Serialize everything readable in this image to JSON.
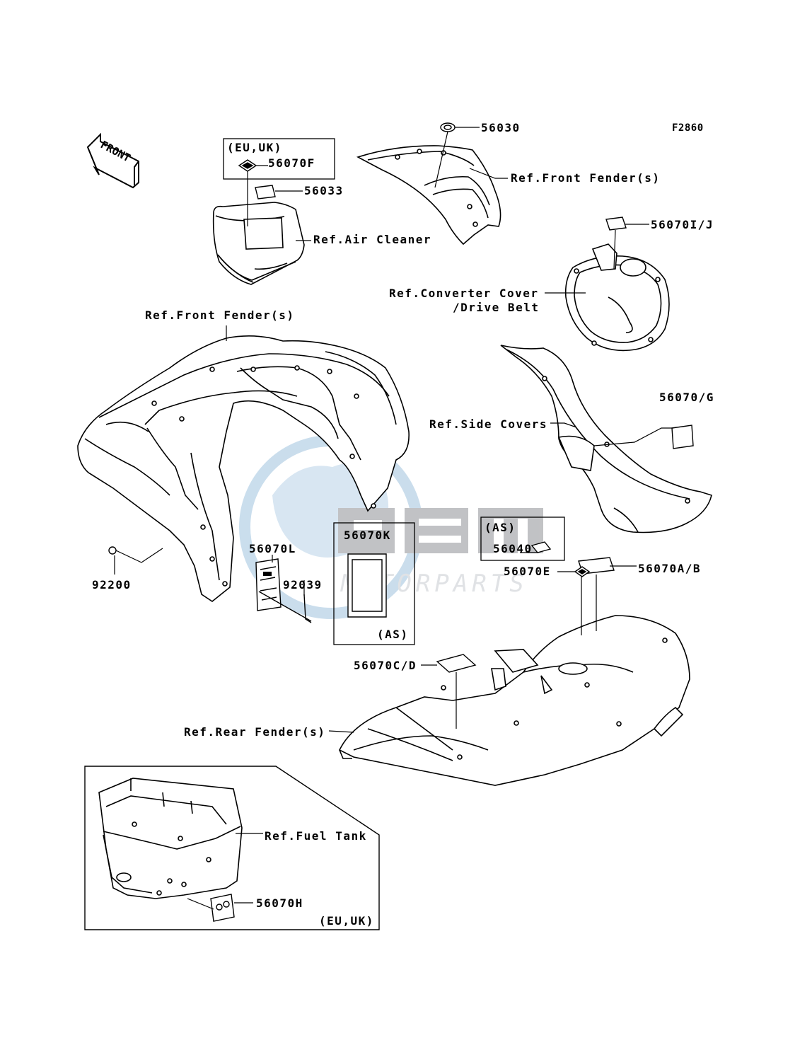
{
  "diagram_code": "F2860",
  "front_label": "FRONT",
  "watermark": {
    "brand": "GEM",
    "subtitle": "MOTORPARTS",
    "color": "#9fc3de"
  },
  "groups": {
    "eu_uk_top": "(EU,UK)",
    "eu_uk_bottom": "(EU,UK)",
    "as_a": "(AS)",
    "as_b": "(AS)"
  },
  "parts": {
    "p56030": "56030",
    "p56070F": "56070F",
    "p56033": "56033",
    "p56070IJ": "56070I/J",
    "p56070G": "56070/G",
    "p56070L": "56070L",
    "p92200": "92200",
    "p92039": "92039",
    "p56070K": "56070K",
    "p56040": "56040",
    "p56070E": "56070E",
    "p56070AB": "56070A/B",
    "p56070CD": "56070C/D",
    "p56070H": "56070H"
  },
  "refs": {
    "front_fender_top": "Ref.Front Fender(s)",
    "air_cleaner": "Ref.Air Cleaner",
    "converter_cover_1": "Ref.Converter Cover",
    "converter_cover_2": "/Drive Belt",
    "front_fender_left": "Ref.Front Fender(s)",
    "side_covers": "Ref.Side Covers",
    "rear_fender": "Ref.Rear Fender(s)",
    "fuel_tank": "Ref.Fuel Tank"
  }
}
